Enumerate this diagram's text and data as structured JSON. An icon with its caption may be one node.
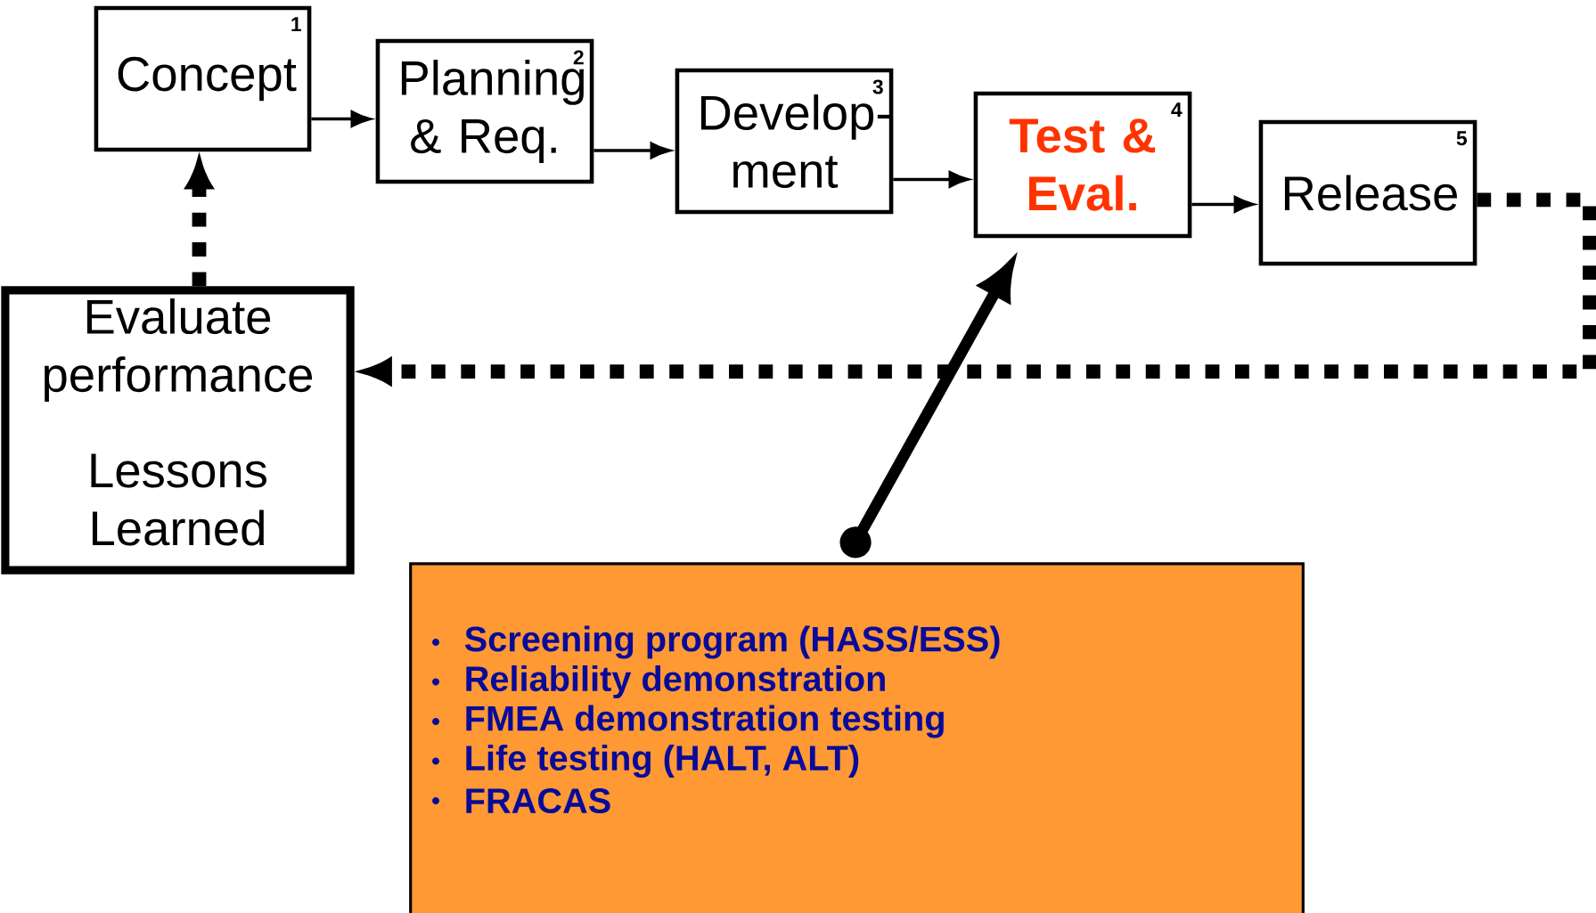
{
  "diagram": {
    "nodes": [
      {
        "text": [
          "1",
          "Concept"
        ]
      },
      {
        "text": [
          "2",
          "Planning & Req."
        ]
      },
      {
        "text": [
          "3",
          "Develop- ment"
        ]
      },
      {
        "text": [
          "4",
          "Test & Eval."
        ]
      },
      {
        "text": [
          "5",
          "Release"
        ]
      },
      {
        "text": [
          "Evaluate performance",
          "Lessons Learned"
        ]
      },
      {
        "text": [
          "Screening program (HASS/ESS)",
          "Reliability demonstration",
          "FMEA demonstration testing",
          "Life testing (HALT, ALT)",
          "FRACAS"
        ]
      }
    ],
    "edges": [
      {
        "from": 0,
        "to": 1,
        "arrow": "to"
      },
      {
        "from": 1,
        "to": 2,
        "arrow": "to"
      },
      {
        "from": 2,
        "to": 3,
        "arrow": "to"
      },
      {
        "from": 3,
        "to": 4,
        "arrow": "to"
      },
      {
        "from": 4,
        "to": 5,
        "arrow": "to",
        "style": "dashed"
      },
      {
        "from": 5,
        "to": 0,
        "arrow": "to",
        "style": "dashed"
      },
      {
        "from": 6,
        "to": 3,
        "arrow": "to",
        "style": "thick"
      }
    ]
  }
}
